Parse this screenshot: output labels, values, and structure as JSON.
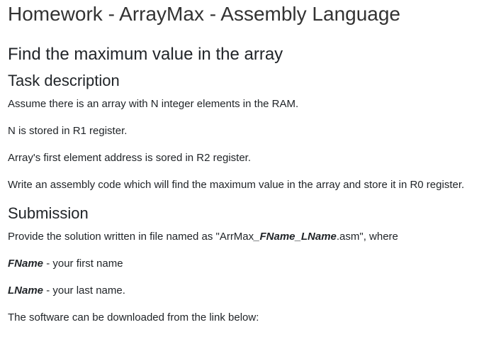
{
  "page_title": "Homework - ArrayMax - Assembly Language",
  "heading": "Find the maximum value in the array",
  "task": {
    "heading": "Task description",
    "paragraphs": [
      "Assume there is an array with N integer elements in the RAM.",
      "N is stored in R1 register.",
      "Array's first element address is sored in R2 register.",
      "Write an assembly code which will find the maximum value in the array and store it in R0 register."
    ]
  },
  "submission": {
    "heading": "Submission",
    "filename_prefix": "Provide the solution written in file named as \"ArrMax",
    "filename_var": "_FName_LName",
    "filename_suffix": ".asm\", where",
    "fname_term": "FName",
    "fname_desc": " - your first name",
    "lname_term": "LName",
    "lname_desc": " - your last name.",
    "download_note": "The software can be downloaded from the link below:"
  }
}
